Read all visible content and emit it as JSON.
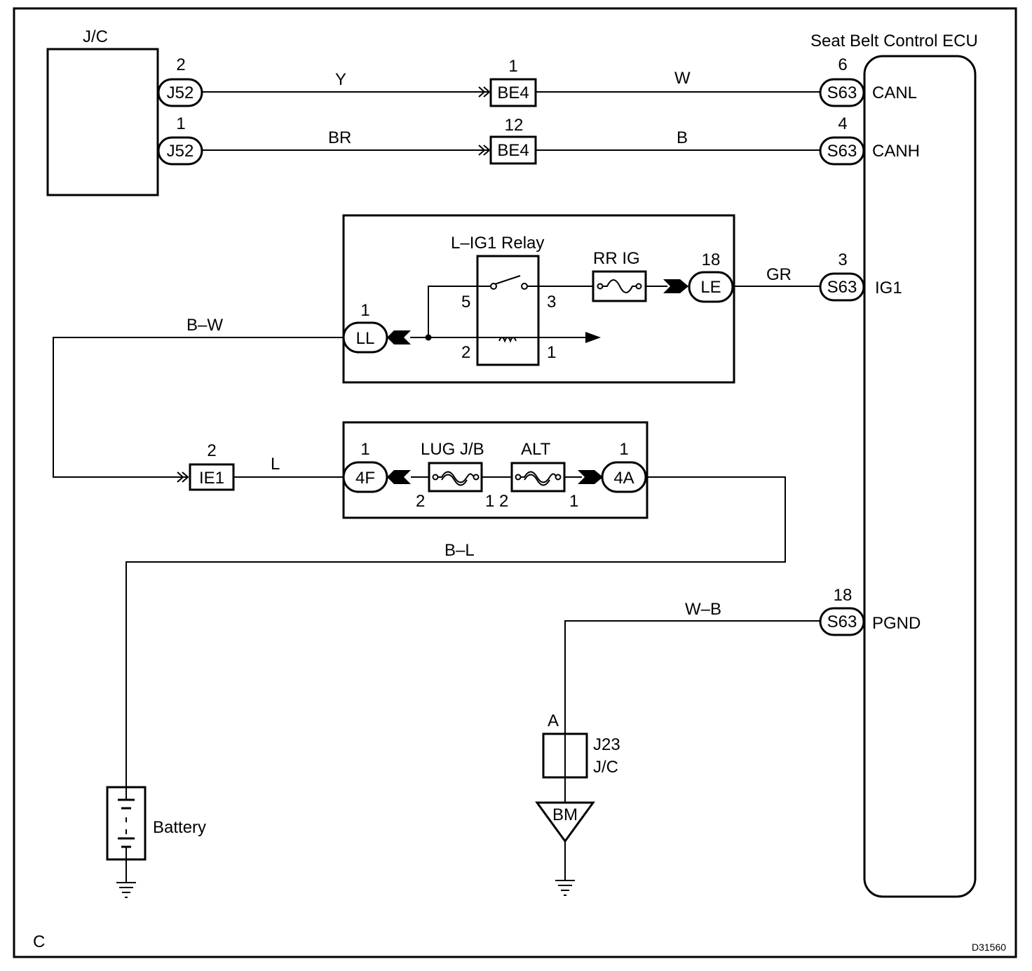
{
  "components": {
    "jc_top": "J/C",
    "ecu": "Seat Belt Control ECU",
    "relay": "L–IG1 Relay",
    "fuse_rr_ig": "RR IG",
    "fuse_lug_jb": "LUG J/B",
    "fuse_alt": "ALT",
    "battery": "Battery",
    "j23_line1": "J23",
    "j23_line2": "J/C",
    "ground_bm": "BM"
  },
  "connectors": {
    "j52_a": {
      "name": "J52",
      "pin": "2"
    },
    "j52_b": {
      "name": "J52",
      "pin": "1"
    },
    "be4_a": {
      "name": "BE4",
      "pin": "1"
    },
    "be4_b": {
      "name": "BE4",
      "pin": "12"
    },
    "s63_canl": {
      "name": "S63",
      "pin": "6"
    },
    "s63_canh": {
      "name": "S63",
      "pin": "4"
    },
    "s63_ig1": {
      "name": "S63",
      "pin": "3"
    },
    "s63_pgnd": {
      "name": "S63",
      "pin": "18"
    },
    "le": {
      "name": "LE",
      "pin": "18"
    },
    "ll": {
      "name": "LL",
      "pin": "1"
    },
    "ie1": {
      "name": "IE1",
      "pin": "2"
    },
    "f4": {
      "name": "4F",
      "pin": "1"
    },
    "a4": {
      "name": "4A",
      "pin": "1"
    },
    "j23_pin": "A"
  },
  "wires": {
    "y": "Y",
    "w": "W",
    "br": "BR",
    "b": "B",
    "gr": "GR",
    "bw": "B–W",
    "l": "L",
    "bl": "B–L",
    "wb": "W–B"
  },
  "ecu_terminals": {
    "canl": "CANL",
    "canh": "CANH",
    "ig1": "IG1",
    "pgnd": "PGND"
  },
  "relay_pins": {
    "p5": "5",
    "p3": "3",
    "p2": "2",
    "p1": "1"
  },
  "fuse_pins": {
    "lug_left": "2",
    "lug_right": "1",
    "alt_left": "2",
    "alt_right": "1"
  },
  "corner_label": "C",
  "figure_id": "D31560"
}
